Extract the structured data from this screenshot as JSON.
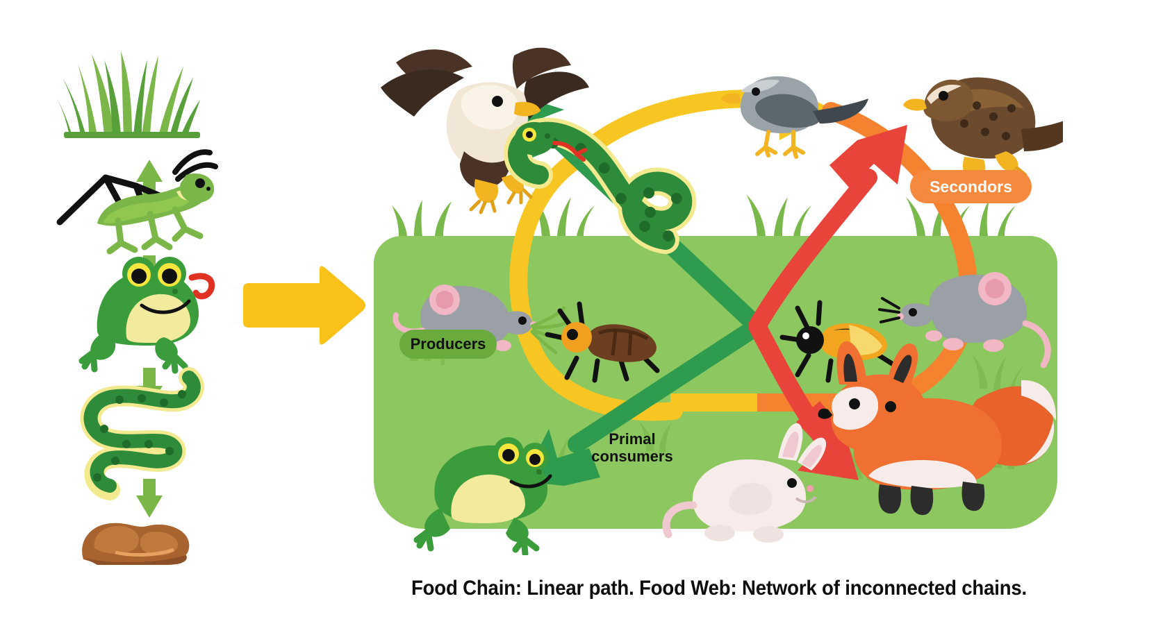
{
  "diagram": {
    "caption": "Food Chain: Linear path. Food Web: Network of inconnected chains.",
    "transition_arrow": {
      "icon": "right-arrow-icon",
      "color": "#F9C219",
      "direction": "right"
    }
  },
  "food_chain": {
    "title_visible": false,
    "orientation": "vertical",
    "arrow_color": "#7ab648",
    "levels": [
      {
        "name": "grass",
        "icon": "grass-icon",
        "label": ""
      },
      {
        "name": "grasshopper",
        "icon": "grasshopper-icon",
        "label": ""
      },
      {
        "name": "frog",
        "icon": "frog-icon",
        "label": ""
      },
      {
        "name": "snake",
        "icon": "snake-icon",
        "label": ""
      },
      {
        "name": "soil",
        "icon": "soil-decomposer-icon",
        "label": ""
      }
    ],
    "arrows": [
      {
        "from": "grasshopper",
        "to": "grass",
        "direction": "up",
        "icon": "arrow-up-icon"
      },
      {
        "from": "grasshopper",
        "to": "frog",
        "direction": "down",
        "icon": "arrow-down-icon"
      },
      {
        "from": "frog",
        "to": "snake",
        "direction": "down",
        "icon": "arrow-down-icon"
      },
      {
        "from": "snake",
        "to": "soil",
        "direction": "down",
        "icon": "arrow-down-icon"
      }
    ]
  },
  "food_web": {
    "ground_color": "#8dc75f",
    "labels": {
      "producers": "Producers",
      "secondary": "Secondors",
      "primary_line1": "Primal",
      "primary_line2": "consumers"
    },
    "organisms": [
      {
        "name": "eagle",
        "icon": "eagle-icon",
        "position": "top-left"
      },
      {
        "name": "bird",
        "icon": "small-bird-icon",
        "position": "top-center-right"
      },
      {
        "name": "hawk",
        "icon": "hawk-icon",
        "position": "top-right"
      },
      {
        "name": "snake",
        "icon": "snake-icon",
        "position": "center-top"
      },
      {
        "name": "mouse-left",
        "icon": "mouse-icon",
        "position": "mid-left"
      },
      {
        "name": "beetle-left",
        "icon": "beetle-icon",
        "position": "mid-left-center"
      },
      {
        "name": "beetle-right",
        "icon": "beetle-icon",
        "position": "mid-right-center"
      },
      {
        "name": "mouse-right",
        "icon": "mouse-icon",
        "position": "mid-right"
      },
      {
        "name": "frog",
        "icon": "frog-icon",
        "position": "bottom-left"
      },
      {
        "name": "rabbit",
        "icon": "rabbit-icon",
        "position": "bottom-center"
      },
      {
        "name": "fox",
        "icon": "fox-icon",
        "position": "bottom-right"
      }
    ],
    "arrows": [
      {
        "name": "yellow-loop-arrow",
        "color": "#F7C623",
        "shape": "loop",
        "direction": "clockwise"
      },
      {
        "name": "orange-loop-arrow",
        "color": "#F5822E",
        "shape": "loop",
        "direction": "counter-clockwise"
      },
      {
        "name": "green-diagonal-arrow-up",
        "color": "#2E9B4E",
        "shape": "diagonal",
        "direction": "up-left"
      },
      {
        "name": "green-diagonal-arrow-down",
        "color": "#2E9B4E",
        "shape": "diagonal",
        "direction": "down-left"
      },
      {
        "name": "red-diagonal-arrow-up",
        "color": "#E8443A",
        "shape": "diagonal",
        "direction": "up-right"
      },
      {
        "name": "red-diagonal-arrow-down",
        "color": "#E8443A",
        "shape": "diagonal",
        "direction": "down-right"
      }
    ]
  },
  "colors": {
    "grass_green": "#8dc75f",
    "pill_green": "#6aab3d",
    "pill_orange": "#f5893d",
    "yellow": "#F7C623",
    "orange": "#F5822E",
    "red": "#E8443A",
    "green_arrow": "#2E9B4E",
    "text_dark": "#111111"
  }
}
